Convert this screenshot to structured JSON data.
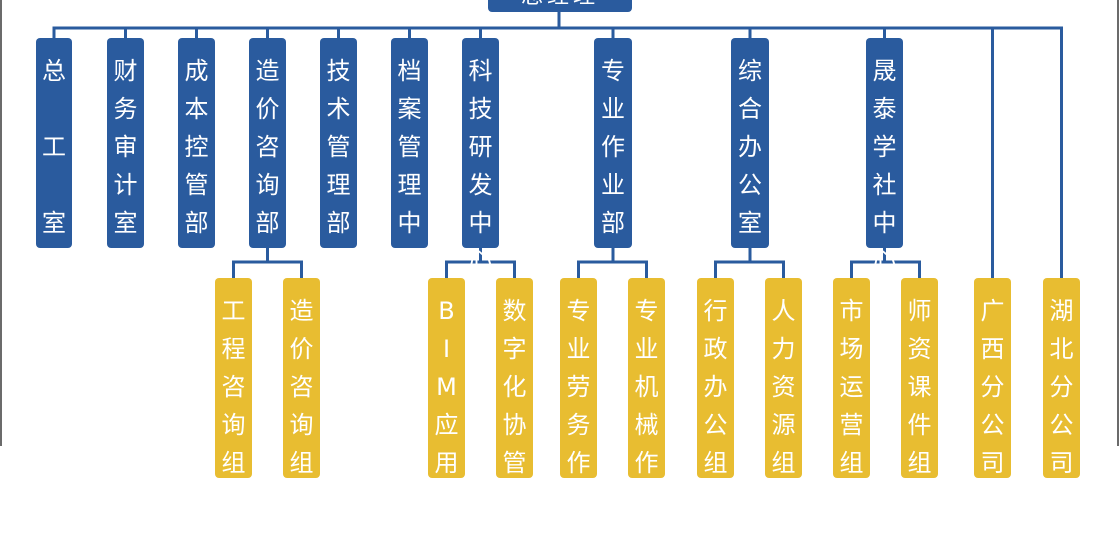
{
  "root": {
    "label": "总经理"
  },
  "colors": {
    "blue": "#2a5b9e",
    "yellow": "#e8bd31",
    "line": "#2a5b9e",
    "border": "#6b6b6b"
  },
  "departments": [
    {
      "id": "d1",
      "label": "总工室"
    },
    {
      "id": "d2",
      "label": "财务审计室"
    },
    {
      "id": "d3",
      "label": "成本控管部"
    },
    {
      "id": "d4",
      "label": "造价咨询部"
    },
    {
      "id": "d5",
      "label": "技术管理部"
    },
    {
      "id": "d6",
      "label": "档案管理中心"
    },
    {
      "id": "d7",
      "label": "科技研发中心"
    },
    {
      "id": "d8",
      "label": "专业作业部"
    },
    {
      "id": "d9",
      "label": "综合办公室"
    },
    {
      "id": "d10",
      "label": "晟泰学社中心"
    }
  ],
  "sub_units": [
    {
      "id": "s1",
      "parent": "d4",
      "label": "工程咨询组"
    },
    {
      "id": "s2",
      "parent": "d4",
      "label": "造价咨询组"
    },
    {
      "id": "s3",
      "parent": "d7",
      "label": "BIM应用组"
    },
    {
      "id": "s4",
      "parent": "d7",
      "label": "数字化协管部"
    },
    {
      "id": "s5",
      "parent": "d8",
      "label": "专业劳务作业队"
    },
    {
      "id": "s6",
      "parent": "d8",
      "label": "专业机械作业队"
    },
    {
      "id": "s7",
      "parent": "d9",
      "label": "行政办公组"
    },
    {
      "id": "s8",
      "parent": "d9",
      "label": "人力资源组"
    },
    {
      "id": "s9",
      "parent": "d10",
      "label": "市场运营组"
    },
    {
      "id": "s10",
      "parent": "d10",
      "label": "师资课件组"
    },
    {
      "id": "s11",
      "parent": "root",
      "label": "广西分公司"
    },
    {
      "id": "s12",
      "parent": "root",
      "label": "湖北分公司"
    }
  ]
}
